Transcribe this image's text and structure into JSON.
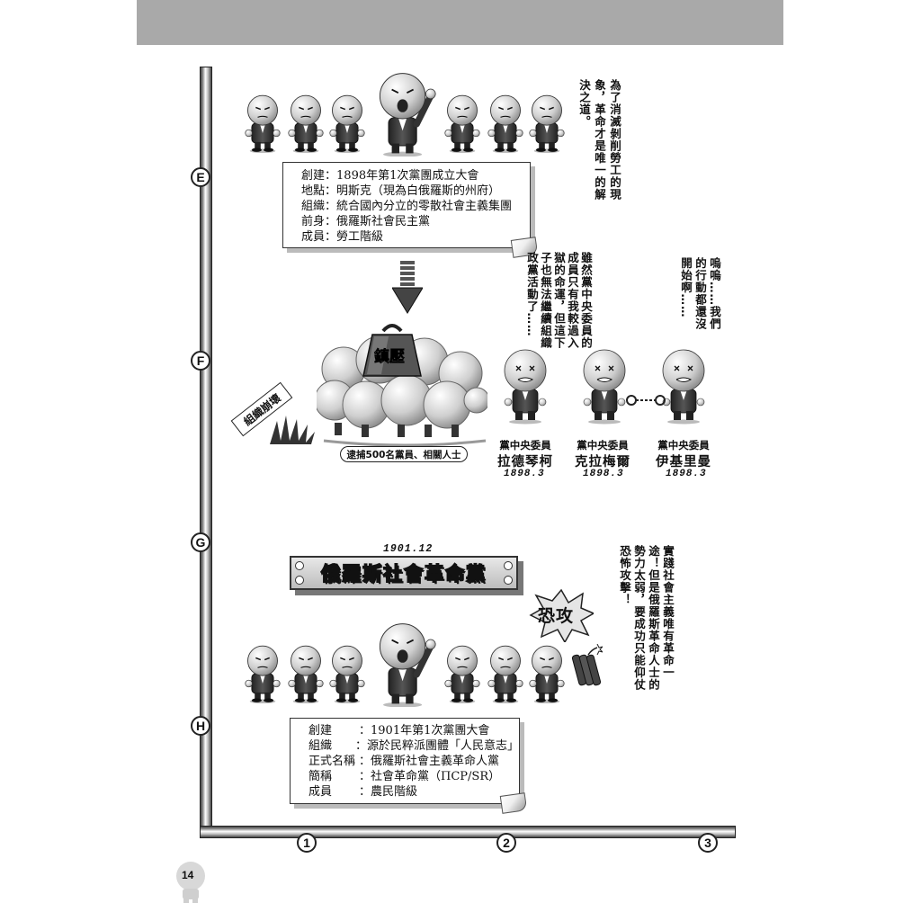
{
  "markers": {
    "rows": [
      "E",
      "F",
      "G",
      "H"
    ],
    "cols": [
      "1",
      "2",
      "3"
    ]
  },
  "captions": {
    "top_right": "為了消滅剝削勞工的現象，革命才是唯一的解決之道。",
    "center": "雖然黨中央委員的成員只有我較過入獄的命運，但這下子也無法繼續組織政黨活動了……",
    "right": "嗚嗚……我們的行動都還沒開始啊……",
    "bottom_right": "實踐社會主義唯有革命一途！但是俄羅斯革命人士的勢力太弱，要成功只能仰仗恐怖攻擊！"
  },
  "box1": {
    "rows": [
      {
        "label": "創建",
        "sep": "：",
        "value": "1898年第1次黨團成立大會"
      },
      {
        "label": "地點",
        "sep": "：",
        "value": "明斯克（現為白俄羅斯的州府）"
      },
      {
        "label": "組織",
        "sep": "：",
        "value": "統合國內分立的零散社會主義集團"
      },
      {
        "label": "前身",
        "sep": "：",
        "value": "俄羅斯社會民主黨"
      },
      {
        "label": "成員",
        "sep": "：",
        "value": "勞工階級"
      }
    ]
  },
  "box2": {
    "rows": [
      {
        "label": "創建",
        "sep": "：",
        "value": "1901年第1次黨團大會"
      },
      {
        "label": "組織",
        "sep": "：",
        "value": "源於民粹派團體「人民意志」"
      },
      {
        "label": "正式名稱",
        "sep": "：",
        "value": "俄羅斯社會主義革命人黨"
      },
      {
        "label": "簡稱",
        "sep": "：",
        "value": "社會革命黨（ПСР/SR）"
      },
      {
        "label": "成員",
        "sep": "：",
        "value": "農民階級"
      }
    ]
  },
  "suppression": {
    "weight_label": "鎮壓",
    "sign_label": "組織崩壞",
    "caption": "逮捕500名黨員、相關人士"
  },
  "members": [
    {
      "role": "黨中央委員",
      "name": "拉德琴柯",
      "date": "1898.3"
    },
    {
      "role": "黨中央委員",
      "name": "克拉梅爾",
      "date": "1898.3"
    },
    {
      "role": "黨中央委員",
      "name": "伊基里曼",
      "date": "1898.3"
    }
  ],
  "banner": {
    "date": "1901.12",
    "title": "俄羅斯社會革命黨"
  },
  "terror_label": "恐攻",
  "page_number": "14"
}
